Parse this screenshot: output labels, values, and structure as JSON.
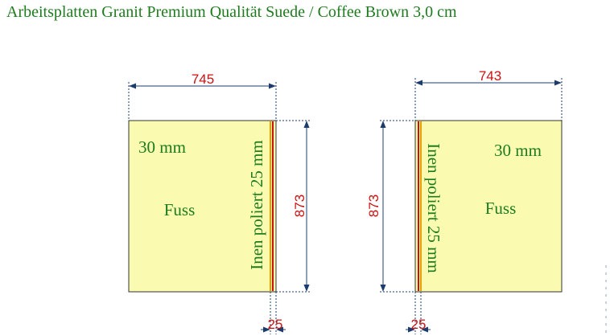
{
  "title": "Arbeitsplatten Granit  Premium Qualität Suede / Coffee Brown 3,0 cm",
  "colors": {
    "panel_fill": "#fafab0",
    "panel_stroke": "#333333",
    "edge_red": "#cc1111",
    "edge_orange": "#e8a000",
    "dimension_line": "#1d3c6e",
    "dimension_text": "#cc1111",
    "label_text": "#1e7b1e"
  },
  "left_panel": {
    "width_label": "745",
    "height_label": "873",
    "edge_label": "25",
    "thickness_label": "30 mm",
    "name_label": "Fuss",
    "edge_note": "Inen poliert 25 mm"
  },
  "right_panel": {
    "width_label": "743",
    "height_label": "873",
    "edge_label": "25",
    "thickness_label": "30 mm",
    "name_label": "Fuss",
    "edge_note": "Inen poliert 25 mm"
  }
}
